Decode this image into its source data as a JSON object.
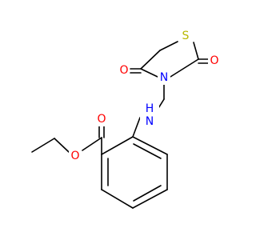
{
  "molecule": {
    "atoms": [
      {
        "id": "s1",
        "element": "S",
        "label": "S"
      },
      {
        "id": "o_r1",
        "element": "O",
        "label": "O"
      },
      {
        "id": "o_r2",
        "element": "O",
        "label": "O"
      },
      {
        "id": "n1",
        "element": "N",
        "label": "N"
      },
      {
        "id": "nh",
        "element": "N",
        "label": "H",
        "label_2": "N"
      },
      {
        "id": "o_c",
        "element": "O",
        "label": "O"
      },
      {
        "id": "o_e",
        "element": "O",
        "label": "O"
      }
    ]
  },
  "colors": {
    "bond": "#000000",
    "oxygen": "#ff0000",
    "nitrogen": "#0000ff",
    "sulfur": "#b8b800",
    "background": "#ffffff"
  }
}
